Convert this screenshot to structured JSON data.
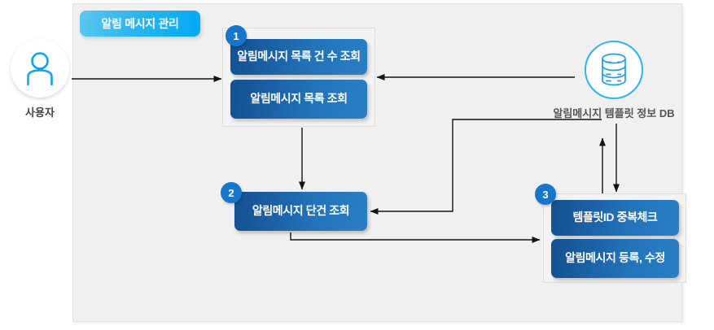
{
  "diagram": {
    "title_pill": "알림 메시지 관리",
    "actor": {
      "label": "사용자",
      "icon": "user-icon"
    },
    "datastore": {
      "label": "알림메시지 템플릿 정보 DB",
      "icon": "database-icon"
    },
    "groups": [
      {
        "id": "group-1",
        "badge": "1",
        "boxes": [
          {
            "id": "box-1a",
            "label": "알림메시지 목록 건 수 조회"
          },
          {
            "id": "box-1b",
            "label": "알림메시지 목록 조회"
          }
        ]
      },
      {
        "id": "group-2",
        "badge": "2",
        "boxes": [
          {
            "id": "box-2",
            "label": "알림메시지 단건 조회"
          }
        ]
      },
      {
        "id": "group-3",
        "badge": "3",
        "boxes": [
          {
            "id": "box-3a",
            "label": "템플릿ID 중복체크"
          },
          {
            "id": "box-3b",
            "label": "알림메시지 등록, 수정"
          }
        ]
      }
    ],
    "connectors": [
      {
        "name": "user-to-group1",
        "from": "사용자",
        "to": "알림메시지 목록 조회",
        "direction": "right"
      },
      {
        "name": "db-to-group1",
        "from": "알림메시지 템플릿 정보 DB",
        "to": "알림메시지 목록 조회",
        "direction": "left"
      },
      {
        "name": "group1-to-box2",
        "from": "알림메시지 목록 조회",
        "to": "알림메시지 단건 조회",
        "direction": "down"
      },
      {
        "name": "db-to-box2",
        "from": "알림메시지 템플릿 정보 DB",
        "to": "알림메시지 단건 조회",
        "direction": "left"
      },
      {
        "name": "box2-to-group3",
        "from": "알림메시지 단건 조회",
        "to": "템플릿ID 중복체크",
        "direction": "right"
      },
      {
        "name": "group3-to-db",
        "from": "템플릿ID 중복체크",
        "to": "알림메시지 템플릿 정보 DB",
        "direction": "up"
      },
      {
        "name": "db-to-group3",
        "from": "알림메시지 템플릿 정보 DB",
        "to": "템플릿ID 중복체크",
        "direction": "down"
      }
    ],
    "colors": {
      "accent_blue": "#03a9f4",
      "process_blue": "#1b5fa4",
      "badge_blue": "#1876ca",
      "canvas_bg": "#f0f0f0",
      "line": "#1a1a1a"
    }
  }
}
